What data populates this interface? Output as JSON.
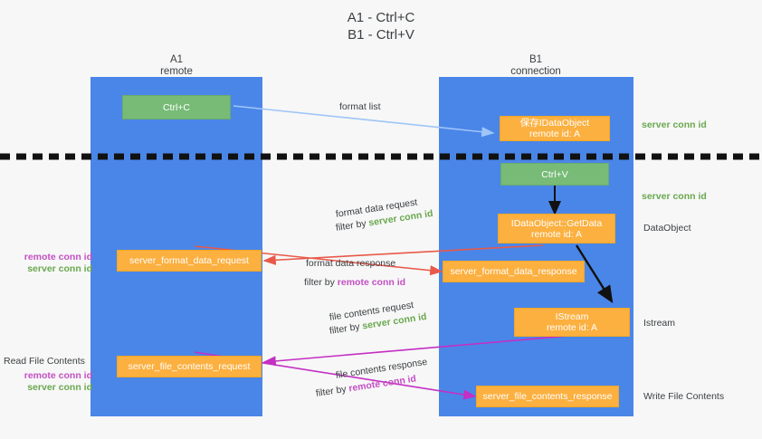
{
  "title": {
    "line1": "A1 - Ctrl+C",
    "line2": "B1 - Ctrl+V"
  },
  "columns": [
    {
      "name": "A1",
      "sub": "remote"
    },
    {
      "name": "B1",
      "sub": "connection"
    }
  ],
  "boxes": {
    "ctrl_c": {
      "label": "Ctrl+C",
      "color": "#77bb77"
    },
    "ctrl_v": {
      "label": "Ctrl+V",
      "color": "#77bb77"
    },
    "save_idataobject": {
      "line1": "保存IDataObject",
      "line2": "remote id: A",
      "color": "#fbb040"
    },
    "getdata": {
      "line1": "IDataObject::GetData",
      "line2": "remote id: A",
      "color": "#fbb040"
    },
    "istream": {
      "line1": "IStream",
      "line2": "remote id: A",
      "color": "#fbb040"
    },
    "server_format_data_request": {
      "label": "server_format_data_request"
    },
    "server_format_data_response": {
      "label": "server_format_data_response"
    },
    "server_file_contents_request": {
      "label": "server_file_contents_request"
    },
    "server_file_contents_response": {
      "label": "server_file_contents_response"
    }
  },
  "arrows": [
    {
      "name": "format-list",
      "label": "format list"
    },
    {
      "name": "format-data-request",
      "label": "format data request",
      "filter_prefix": "filter by ",
      "filter_value": "server conn id"
    },
    {
      "name": "format-data-response",
      "label": "format data response",
      "filter_prefix": "filter by ",
      "filter_value": "remote conn id"
    },
    {
      "name": "file-contents-request",
      "label": "file contents request",
      "filter_prefix": "filter by ",
      "filter_value": "server conn id"
    },
    {
      "name": "file-contents-response",
      "label": "file contents response",
      "filter_prefix": "filter by ",
      "filter_value": "remote conn id"
    }
  ],
  "left_annotations": [
    {
      "name": "format-conn-ids",
      "remote": "remote conn id",
      "server": "server conn id"
    },
    {
      "name": "read-file-contents",
      "heading": "Read File Contents",
      "remote": "remote conn id",
      "server": "server conn id"
    }
  ],
  "right_annotations": [
    {
      "name": "server-conn-id-top",
      "text": "server conn id",
      "style": "green"
    },
    {
      "name": "server-conn-id-second",
      "text": "server conn id",
      "style": "green"
    },
    {
      "name": "dataobject",
      "text": "DataObject",
      "style": "dark"
    },
    {
      "name": "istream",
      "text": "Istream",
      "style": "dark"
    },
    {
      "name": "write-file-contents",
      "text": "Write File Contents",
      "style": "dark"
    }
  ],
  "colors": {
    "lane": "#4a86e8",
    "green_box": "#77bb77",
    "orange_box": "#fbb040",
    "server_conn": "#6aa84f",
    "remote_conn": "#c34fc3",
    "arrow_blue": "#9fc5f8",
    "arrow_red": "#e8594a",
    "arrow_magenta": "#c42fc4",
    "arrow_black": "#000000",
    "background": "#f7f7f7"
  }
}
